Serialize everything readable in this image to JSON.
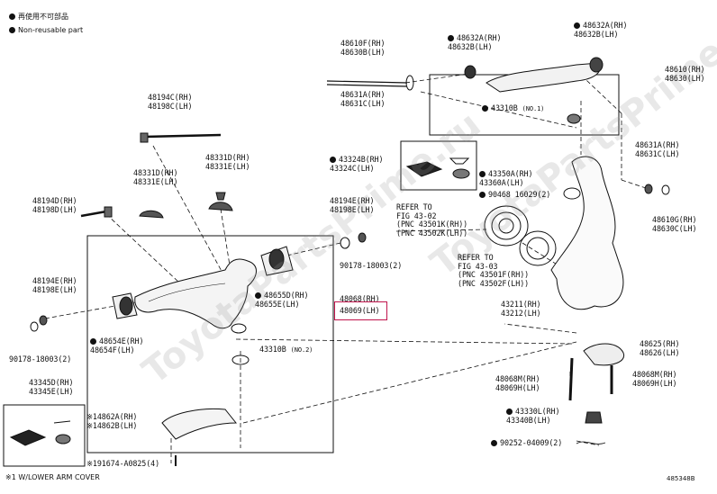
{
  "legend": {
    "item1": "再使用不可部品",
    "item2": "Non-reusable part"
  },
  "watermark": "ToyotaPartsPrime.ru",
  "highlight_color": "#c0144c",
  "labels": {
    "p48610f": "48610F(RH)\n48630B(LH)",
    "p48632a_l": "48632A(RH)\n48632B(LH)",
    "p48632a_r": "48632A(RH)\n48632B(LH)",
    "p48610_r": "48610(RH)\n48630(LH)",
    "p48631a": "48631A(RH)\n48631C(LH)",
    "p43310b_1": "43310B",
    "p43310b_1_no": "(NO.1)",
    "p48194c": "48194C(RH)\n48198C(LH)",
    "p48331d_a": "48331D(RH)\n48331E(LH)",
    "p48331d_b": "48331D(RH)\n48331E(LH)",
    "p43324b": "43324B(RH)\n43324C(LH)",
    "p43350a": "43350A(RH)\n43360A(LH)",
    "p90468": "90468",
    "p16029": "16029(2)",
    "p48631a_r": "48631A(RH)\n48631C(LH)",
    "p48610g": "48610G(RH)\n48630C(LH)",
    "p48194d": "48194D(RH)\n48198D(LH)",
    "p48194e_mid": "48194E(RH)\n48198E(LH)",
    "p_refer1": "REFER TO\nFIG 43-02\n(PNC 43501K(RH))\n(PNC 43502K(LH))",
    "p_refer2": "REFER TO\nFIG 43-03\n(PNC 43501F(RH))\n(PNC 43502F(LH))",
    "p90178_mid": "90178-18003(2)",
    "p48194e_left": "48194E(RH)\n48198E(LH)",
    "p48655d": "48655D(RH)\n48655E(LH)",
    "p48068_rh": "48068(RH)",
    "p48069_lh": "48069(LH)",
    "p43211": "43211(RH)\n43212(LH)",
    "p48654e": "48654E(RH)\n48654F(LH)",
    "p90178_left": "90178-18003(2)",
    "p43310b_2": "43310B",
    "p43310b_2_no": "(NO.2)",
    "p48625": "48625(RH)\n48626(LH)",
    "p48068m_l": "48068M(RH)\n48069H(LH)",
    "p48068m_r": "48068M(RH)\n48069H(LH)",
    "p43345d": "43345D(RH)\n43345E(LH)",
    "p14862a": "※14862A(RH)\n※14862B(LH)",
    "p43330l": "43330L(RH)\n43340B(LH)",
    "p90252": "90252-04009(2)",
    "p191674": "※191674-A0825(4)",
    "p_comment": "※1 W/LOWER ARM COVER",
    "p_fig": "485348B"
  }
}
